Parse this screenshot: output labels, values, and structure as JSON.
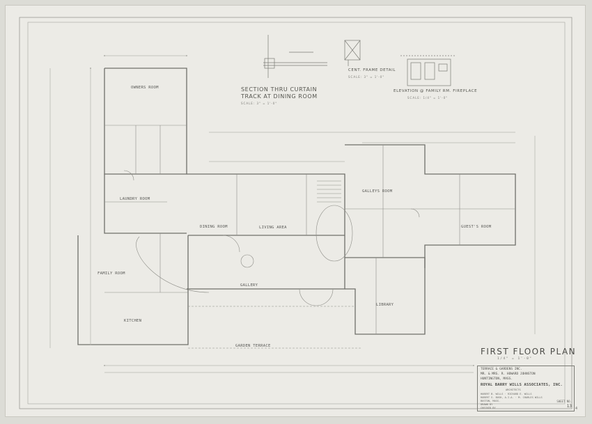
{
  "drawing": {
    "title": "FIRST FLOOR PLAN",
    "scale": "1/4\" = 1'-0\"",
    "sheet_corner": "4"
  },
  "details": {
    "section_title_1": "SECTION THRU CURTAIN",
    "section_title_2": "TRACK AT DINING ROOM",
    "section_scale": "SCALE: 3\" = 1'-0\"",
    "cent_frame": "CENT. FRAME DETAIL",
    "cent_frame_scale": "SCALE: 3\" = 1'-0\"",
    "elevation_title": "ELEVATION @ FAMILY RM. FIREPLACE",
    "elevation_scale": "SCALE: 1/4\" = 1'-0\""
  },
  "rooms": {
    "owners_room": "OWNERS ROOM",
    "laundry": "LAUNDRY ROOM",
    "family_room": "FAMILY ROOM",
    "kitchen": "KITCHEN",
    "dining_room": "DINING ROOM",
    "living_area": "LIVING AREA",
    "gallery": "GALLERY",
    "garden_terrace": "GARDEN TERRACE",
    "library": "LIBRARY",
    "galleys_room": "GALLEYS ROOM",
    "guests_room": "GUEST'S ROOM"
  },
  "title_block": {
    "line1": "TERRACE & GARDENS INC.",
    "line2": "MR. & MRS. R. HOWARD JOHNSTON",
    "line3": "HUNTINGTON, MASS.",
    "firm": "ROYAL BARRY WILLS ASSOCIATES, INC.",
    "role": "ARCHITECTS",
    "partners_1": "HUBERT B. WILLS  · RICHARD E. WILLS",
    "partners_2": "ROBERT S. BUSH, A.I.A.  · M. CHARLES WILLS",
    "address": "BOSTON, MASS.",
    "drawn": "DRAWN BY",
    "checked": "CHECKED BY",
    "job_label": "SHEET NO.",
    "job_no": "13"
  }
}
